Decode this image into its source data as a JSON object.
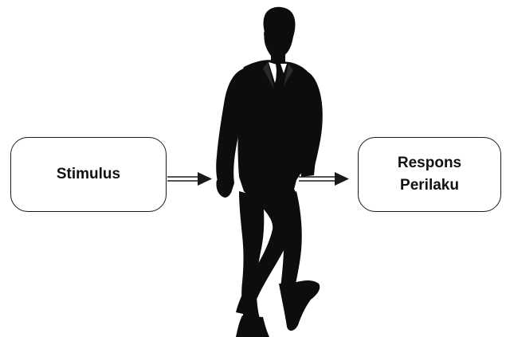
{
  "diagram": {
    "nodes": {
      "stimulus": {
        "label": "Stimulus"
      },
      "response": {
        "line1": "Respons",
        "line2": "Perilaku"
      }
    },
    "person_icon": "businessman-silhouette-icon",
    "edges": [
      {
        "from": "stimulus",
        "to": "person",
        "style": "double-line-arrow"
      },
      {
        "from": "person",
        "to": "response",
        "style": "double-line-arrow"
      }
    ],
    "colors": {
      "stroke": "#1a1a1a",
      "silhouette": "#0d0d0d",
      "background": "#ffffff"
    }
  }
}
